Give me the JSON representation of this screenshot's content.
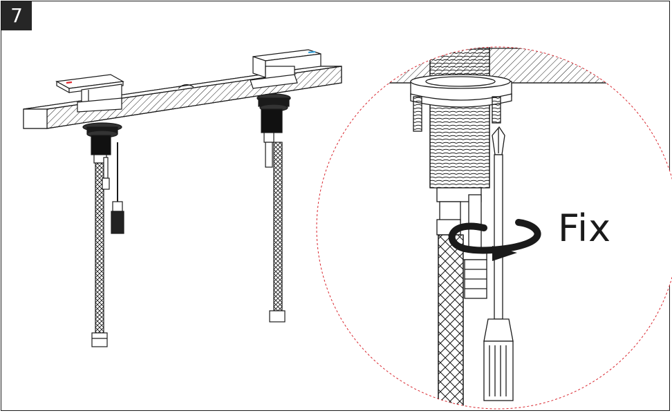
{
  "step": {
    "number": "7"
  },
  "callout": {
    "label": "Fix"
  },
  "colors": {
    "line": "#1a1a1a",
    "detail_circle": "#d9262e",
    "hot_indicator": "#e0252b",
    "cold_indicator": "#3aa3dc"
  },
  "icons": [
    "faucet-left",
    "faucet-right",
    "screwdriver-icon",
    "rotate-arrow-icon",
    "braided-hose",
    "detail-magnifier-circle"
  ]
}
